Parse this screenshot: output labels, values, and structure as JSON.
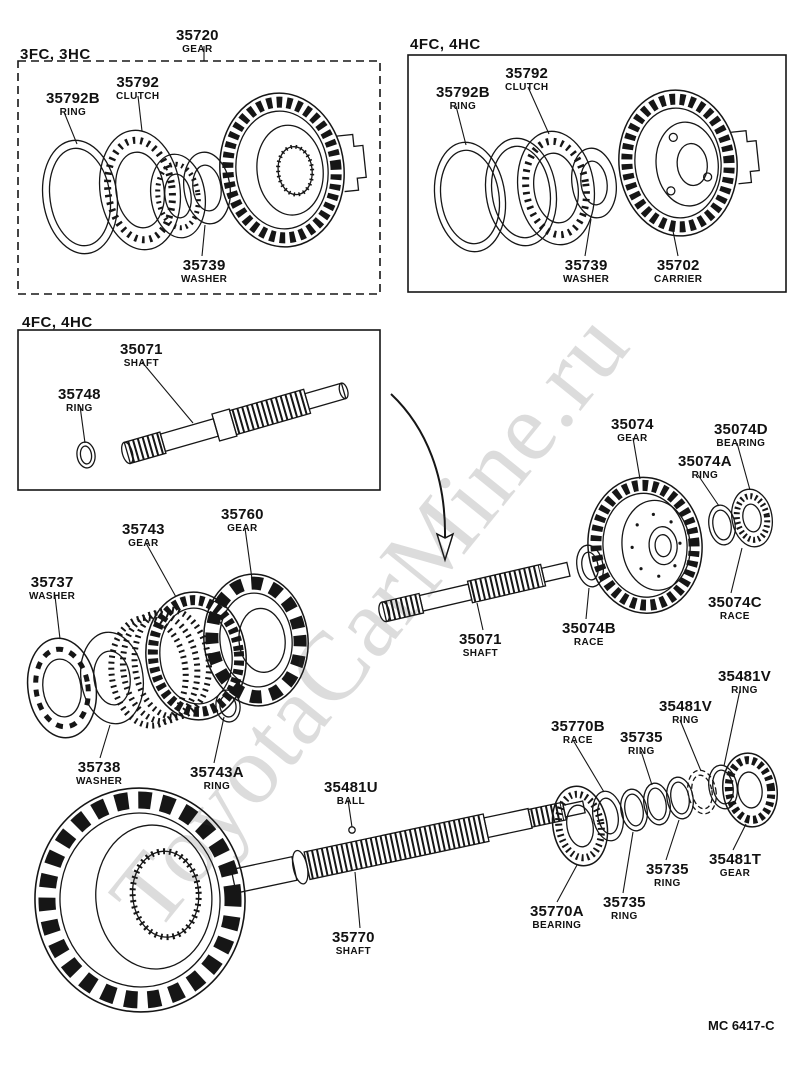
{
  "page": {
    "watermark": "ToyotaCarMine.ru",
    "doc_code": "MC 6417-C"
  },
  "sections": [
    {
      "label": "3FC, 3HC"
    },
    {
      "label": "4FC, 4HC"
    },
    {
      "label": "4FC, 4HC"
    }
  ],
  "labels": [
    {
      "part": "35720",
      "caption": "GEAR"
    },
    {
      "part": "35792B",
      "caption": "RING"
    },
    {
      "part": "35792",
      "caption": "CLUTCH"
    },
    {
      "part": "35739",
      "caption": "WASHER"
    },
    {
      "part": "35792B",
      "caption": "RING"
    },
    {
      "part": "35792",
      "caption": "CLUTCH"
    },
    {
      "part": "35739",
      "caption": "WASHER"
    },
    {
      "part": "35702",
      "caption": "CARRIER"
    },
    {
      "part": "35071",
      "caption": "SHAFT"
    },
    {
      "part": "35748",
      "caption": "RING"
    },
    {
      "part": "35074",
      "caption": "GEAR"
    },
    {
      "part": "35074D",
      "caption": "BEARING"
    },
    {
      "part": "35074A",
      "caption": "RING"
    },
    {
      "part": "35074C",
      "caption": "RACE"
    },
    {
      "part": "35074B",
      "caption": "RACE"
    },
    {
      "part": "35071",
      "caption": "SHAFT"
    },
    {
      "part": "35760",
      "caption": "GEAR"
    },
    {
      "part": "35743",
      "caption": "GEAR"
    },
    {
      "part": "35737",
      "caption": "WASHER"
    },
    {
      "part": "35738",
      "caption": "WASHER"
    },
    {
      "part": "35743A",
      "caption": "RING"
    },
    {
      "part": "35481V",
      "caption": "RING"
    },
    {
      "part": "35481V",
      "caption": "RING"
    },
    {
      "part": "35770B",
      "caption": "RACE"
    },
    {
      "part": "35735",
      "caption": "RING"
    },
    {
      "part": "35481U",
      "caption": "BALL"
    },
    {
      "part": "35735",
      "caption": "RING"
    },
    {
      "part": "35481T",
      "caption": "GEAR"
    },
    {
      "part": "35735",
      "caption": "RING"
    },
    {
      "part": "35770A",
      "caption": "BEARING"
    },
    {
      "part": "35770",
      "caption": "SHAFT"
    }
  ]
}
